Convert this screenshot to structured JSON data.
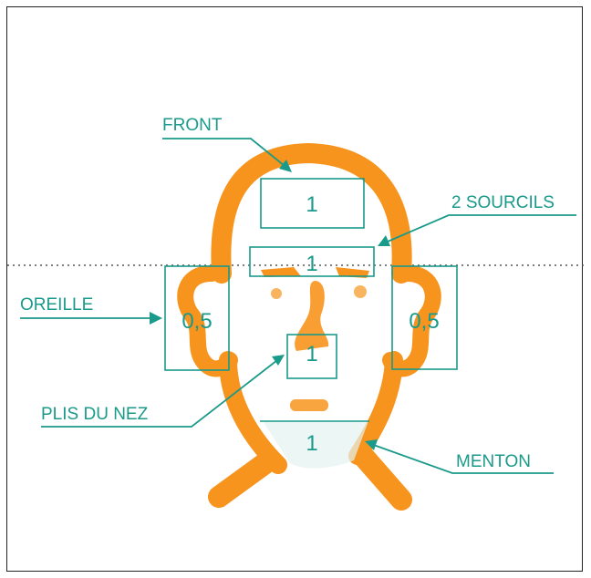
{
  "diagram": {
    "colors": {
      "face": "#f7941d",
      "annot": "#1a9a8a",
      "dots": "#555555"
    },
    "labels": {
      "front": "FRONT",
      "sourcils": "2 SOURCILS",
      "oreille": "OREILLE",
      "plis_nez": "PLIS DU NEZ",
      "menton": "MENTON"
    },
    "values": {
      "front": "1",
      "sourcils": "1",
      "oreille_left": "0,5",
      "oreille_right": "0,5",
      "plis_nez": "1",
      "menton": "1"
    }
  }
}
